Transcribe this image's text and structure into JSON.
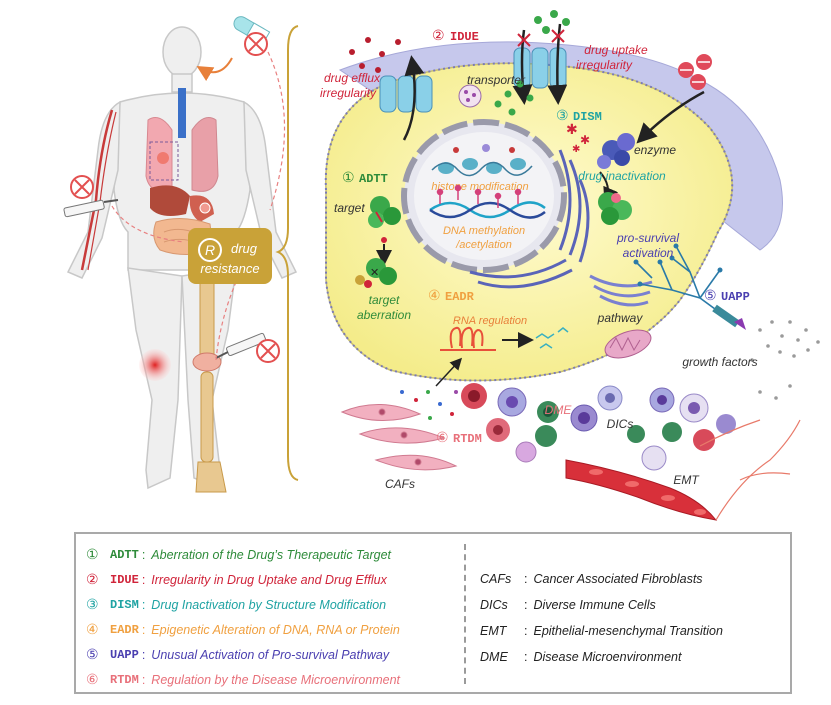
{
  "body_labels": {
    "r_symbol": "R",
    "drug_resistance_line1": "drug",
    "drug_resistance_line2": "resistance"
  },
  "cell_labels": {
    "idue_marker": "②",
    "idue_code": "IDUE",
    "drug_efflux_line1": "drug efflux",
    "drug_efflux_line2": "irregularity",
    "drug_uptake_line1": "drug uptake",
    "drug_uptake_line2": "irregularity",
    "transporter": "transporter",
    "dism_marker": "③",
    "dism_code": "DISM",
    "enzyme": "enzyme",
    "drug_inactivation": "drug inactivation",
    "pro_survival_line1": "pro-survival",
    "pro_survival_line2": "activation",
    "adtt_marker": "①",
    "adtt_code": "ADTT",
    "target": "target",
    "target_aberration_line1": "target",
    "target_aberration_line2": "aberration",
    "histone_modification": "histone modification",
    "dna_methylation_line1": "DNA methylation",
    "dna_methylation_line2": "/acetylation",
    "eadr_marker": "④",
    "eadr_code": "EADR",
    "rna_regulation": "RNA regulation",
    "pathway": "pathway",
    "uapp_marker": "⑤",
    "uapp_code": "UAPP",
    "growth_factors": "growth factors",
    "dme": "DME",
    "dics": "DICs",
    "rtdm_marker": "⑥",
    "rtdm_code": "RTDM",
    "cafs": "CAFs",
    "emt": "EMT"
  },
  "legend": {
    "mechanisms": [
      {
        "marker": "①",
        "code": "ADTT",
        "sep": ":",
        "desc": "Aberration of the Drug’s Therapeutic Target",
        "color": "#2e8b3a"
      },
      {
        "marker": "②",
        "code": "IDUE",
        "sep": ":",
        "desc": "Irregularity in Drug Uptake and Drug Efflux",
        "color": "#d0243a"
      },
      {
        "marker": "③",
        "code": "DISM",
        "sep": ":",
        "desc": "Drug Inactivation by Structure Modification",
        "color": "#1fa3a3"
      },
      {
        "marker": "④",
        "code": "EADR",
        "sep": ":",
        "desc": "Epigenetic Alteration of DNA, RNA or Protein",
        "color": "#f0a040"
      },
      {
        "marker": "⑤",
        "code": "UAPP",
        "sep": ":",
        "desc": "Unusual Activation of Pro-survival Pathway",
        "color": "#4a3fb0"
      },
      {
        "marker": "⑥",
        "code": "RTDM",
        "sep": ":",
        "desc": "Regulation by the Disease Microenvironment",
        "color": "#e8707a"
      }
    ],
    "abbreviations": [
      {
        "abbr": "CAFs",
        "sep": ":",
        "desc": "Cancer Associated Fibroblasts"
      },
      {
        "abbr": "DICs",
        "sep": ":",
        "desc": "Diverse Immune Cells"
      },
      {
        "abbr": "EMT",
        "sep": ":",
        "desc": "Epithelial-mesenchymal Transition"
      },
      {
        "abbr": "DME",
        "sep": ":",
        "desc": "Disease Microenvironment"
      }
    ]
  }
}
